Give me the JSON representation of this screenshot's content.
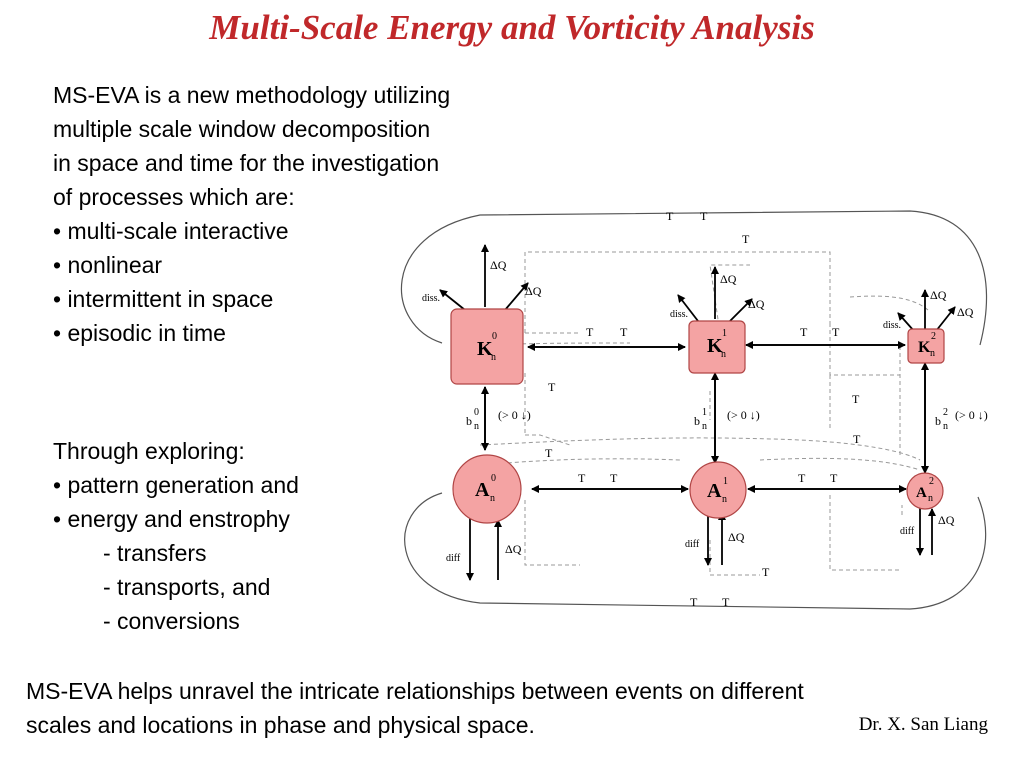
{
  "title": "Multi-Scale Energy and Vorticity Analysis",
  "intro": {
    "lines": [
      "MS-EVA is a new methodology utilizing",
      "multiple scale window decomposition",
      "in space and time for the investigation",
      "of processes which are:"
    ],
    "bullets": [
      "• multi-scale interactive",
      "• nonlinear",
      "• intermittent in space",
      "• episodic in time"
    ]
  },
  "explore": {
    "heading": "Through exploring:",
    "bullets": [
      "• pattern generation and",
      "• energy and enstrophy"
    ],
    "subitems": [
      "- transfers",
      "- transports, and",
      "- conversions"
    ]
  },
  "footer": {
    "line1": "MS-EVA helps unravel the intricate relationships between events on different",
    "line2": "scales and locations in phase and physical space.",
    "author": "Dr. X. San Liang"
  },
  "diagram": {
    "colors": {
      "node_fill": "#f4a3a3",
      "node_stroke": "#b04545"
    },
    "nodes": {
      "k0": {
        "main": "K",
        "sub": "n",
        "sup": "0"
      },
      "k1": {
        "main": "K",
        "sub": "n",
        "sup": "1"
      },
      "k2": {
        "main": "K",
        "sub": "n",
        "sup": "2"
      },
      "a0": {
        "main": "A",
        "sub": "n",
        "sup": "0"
      },
      "a1": {
        "main": "A",
        "sub": "n",
        "sup": "1"
      },
      "a2": {
        "main": "A",
        "sub": "n",
        "sup": "2"
      }
    },
    "labels": {
      "diss": "diss.",
      "diff": "diff",
      "dq": "ΔQ",
      "t": "T",
      "b": "b",
      "n": "n",
      "gt0": "(> 0 ↓)"
    }
  }
}
